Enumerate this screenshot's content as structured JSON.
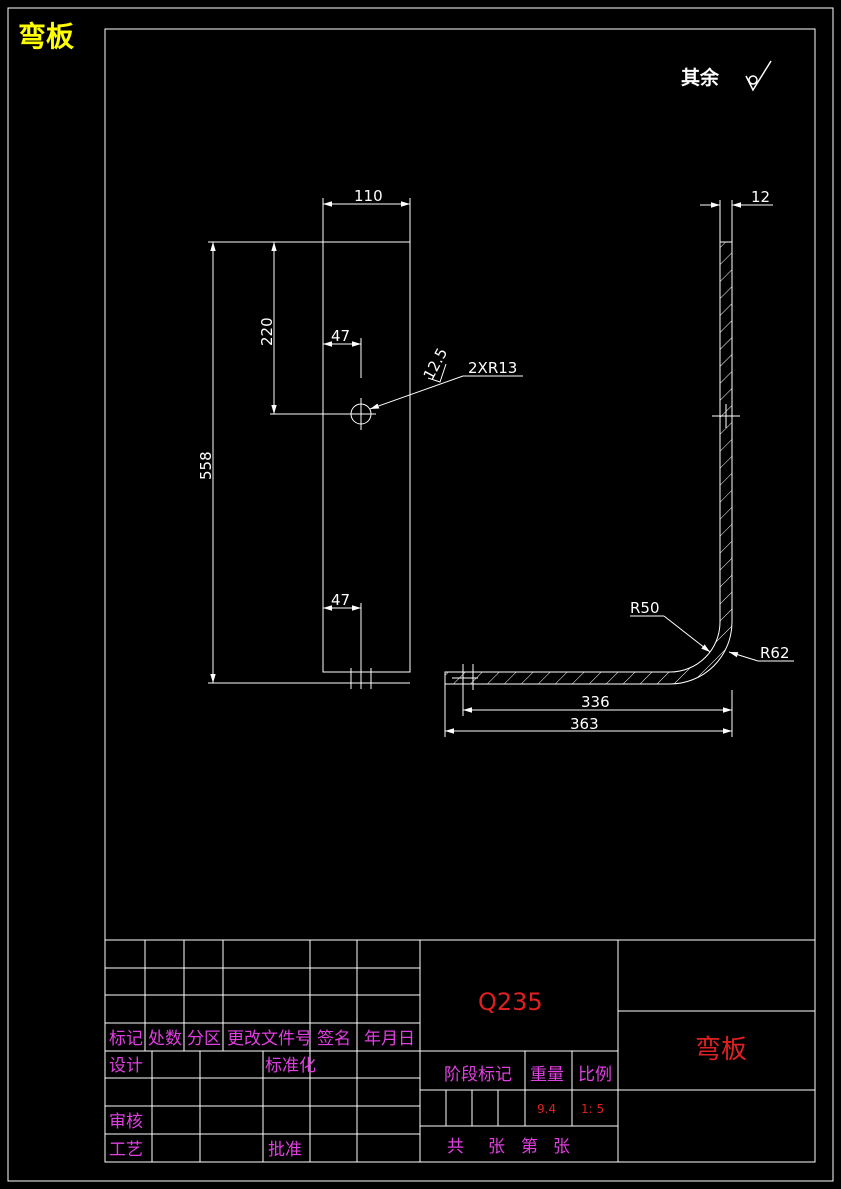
{
  "sheet": {
    "corner_title": "弯板",
    "roughness_label": "其余"
  },
  "part_views": {
    "front": {
      "width_dim": "110",
      "height_dim": "558",
      "hole_from_top_dim": "220",
      "hole_offset_dim_top": "47",
      "hole_offset_dim_bottom": "47",
      "hole_callout": "2XR13",
      "hole_roughness": "12.5"
    },
    "side": {
      "thickness_dim": "12",
      "inner_radius": "R50",
      "outer_radius": "R62",
      "inner_length_dim": "336",
      "overall_length_dim": "363"
    }
  },
  "title_block": {
    "revision_headers": [
      "标记",
      "处数",
      "分区",
      "更改文件号",
      "签名",
      "年月日"
    ],
    "left_labels": {
      "design": "设计",
      "standardization": "标准化",
      "review": "审核",
      "process": "工艺",
      "approval": "批准"
    },
    "material": "Q235",
    "part_name": "弯板",
    "stage_mark_label": "阶段标记",
    "weight_label": "重量",
    "scale_label": "比例",
    "weight_value": "9.4",
    "scale_value": "1: 5",
    "sheets": {
      "total_label": "共",
      "sheet_label": "张",
      "page_label": "第",
      "page_sheet_label": "张"
    }
  },
  "colors": {
    "background": "#000000",
    "lines": "#ffffff",
    "title_yellow": "#ffff00",
    "label_magenta": "#e040e0",
    "value_red": "#e02020"
  }
}
